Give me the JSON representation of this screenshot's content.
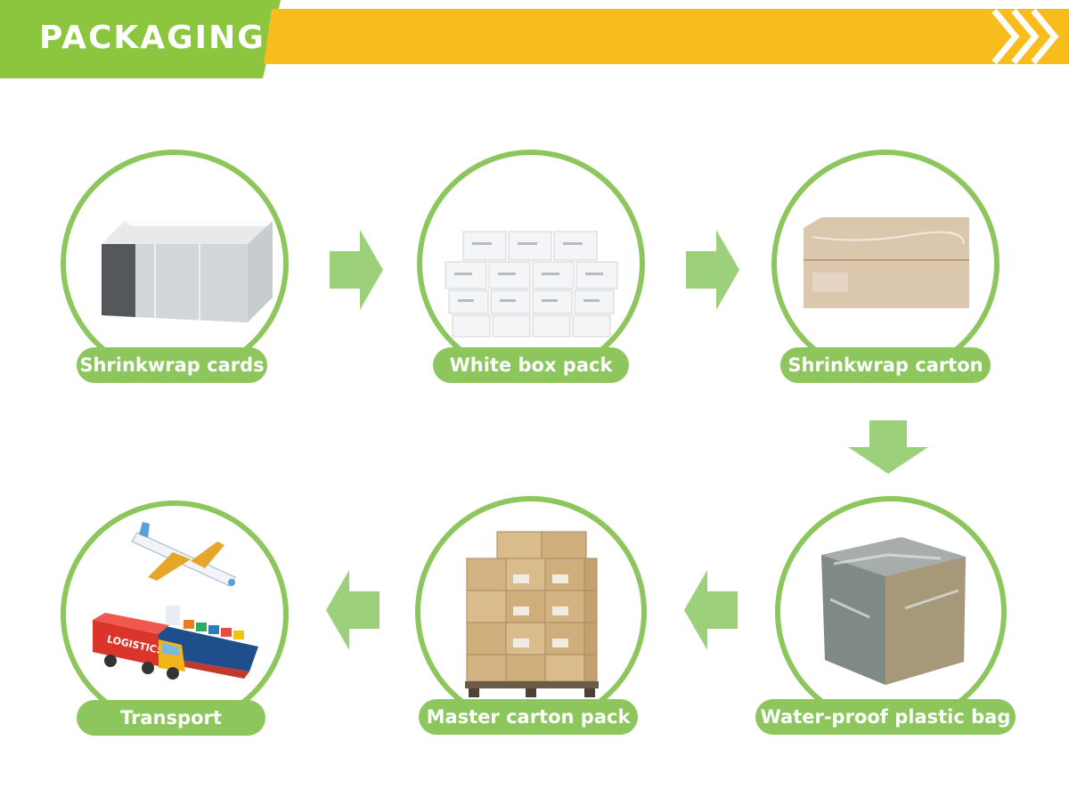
{
  "header": {
    "title": "PACKAGING"
  },
  "steps": [
    {
      "label": "Shrinkwrap cards"
    },
    {
      "label": "White box pack"
    },
    {
      "label": "Shrinkwrap carton"
    },
    {
      "label": "Water-proof plastic bag"
    },
    {
      "label": "Master carton pack"
    },
    {
      "label": "Transport"
    }
  ],
  "illustration_text": {
    "truck_logo": "LOGISTICS"
  },
  "colors": {
    "banner_green": "#8cc63f",
    "banner_orange": "#f9bc1d",
    "ring_green": "#8cc65d",
    "arrow_green": "#9dd07a",
    "label_text": "#ffffff"
  }
}
